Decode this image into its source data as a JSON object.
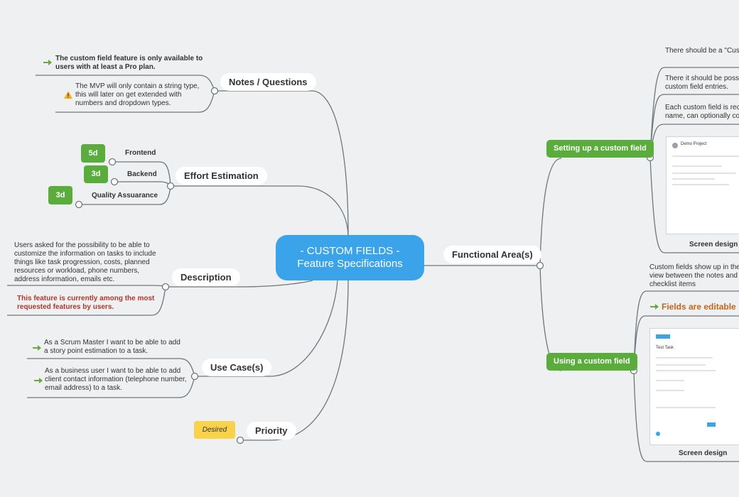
{
  "central": {
    "line1": "- CUSTOM FIELDS -",
    "line2": "Feature Specifications"
  },
  "notes": {
    "title": "Notes / Questions",
    "item1": "The custom field feature is only available to users with at least a Pro plan.",
    "item2": "The MVP will only contain a string type, this will later on get extended with numbers and dropdown types."
  },
  "effort": {
    "title": "Effort Estimation",
    "items": [
      {
        "label": "Frontend",
        "estimate": "5d"
      },
      {
        "label": "Backend",
        "estimate": "3d"
      },
      {
        "label": "Quality Assuarance",
        "estimate": "3d"
      }
    ]
  },
  "description": {
    "title": "Description",
    "text": "Users asked for the possibility to be able to customize the information on tasks to include things like task progression, costs, planned resources or workload, phone numbers, address information, emails etc.",
    "highlight": "This feature is currently among the most requested features by users."
  },
  "use_cases": {
    "title": "Use Case(s)",
    "item1": "As a Scrum Master I want to be able to add a story point estimation to a task.",
    "item2": "As a business user I want to be able to add client contact information (telephone number, email address) to a task."
  },
  "priority": {
    "title": "Priority",
    "value": "Desired"
  },
  "functional": {
    "title": "Functional Area(s)",
    "setup": {
      "label": "Setting up a custom field",
      "note1": "There should be a \"Cus within \"Manage Project",
      "note2": "There it should be poss custom field entries.",
      "note3": "Each custom field is rec name, can optionally co",
      "screen_label": "Screen design",
      "mock_project": "Demo Project"
    },
    "using": {
      "label": "Using a custom field",
      "note1": "Custom fields show up in the view between the notes and checklist items",
      "editable": "Fields are editable",
      "screen_label": "Screen design",
      "mock_task": "Test Task"
    }
  },
  "colors": {
    "central": "#3ba3ea",
    "green": "#5aad3c",
    "yellow": "#f7d24a",
    "highlight_red": "#b3362b",
    "lines": "#6f777d"
  },
  "icons": [
    "arrow-right-icon",
    "warning-icon"
  ]
}
